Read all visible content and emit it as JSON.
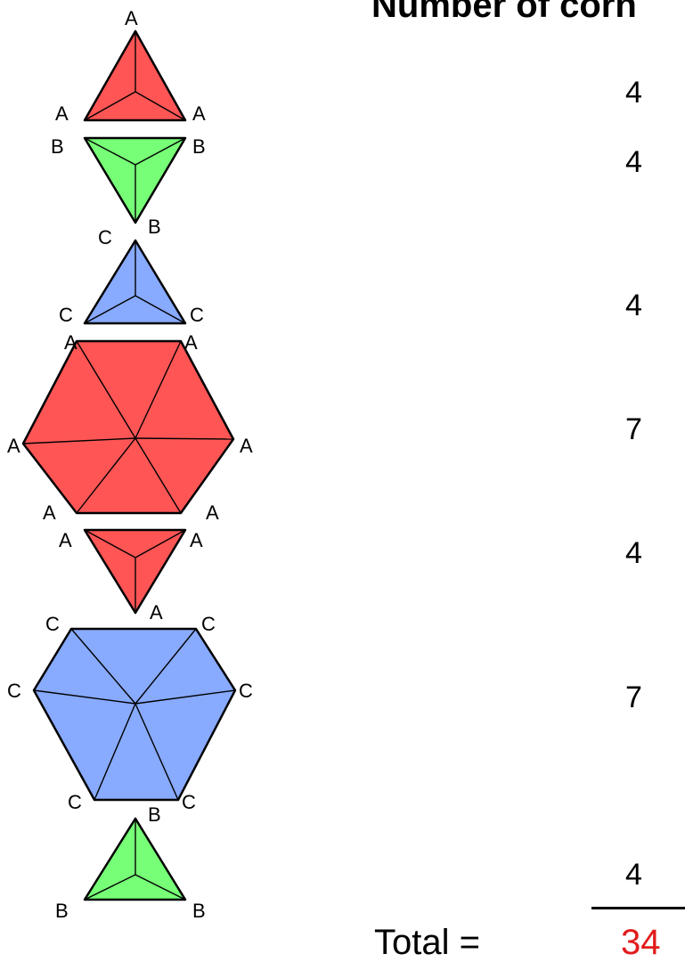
{
  "heading": "Number of corn",
  "colors": {
    "A": "#ff5555",
    "B": "#77ff77",
    "C": "#88aaff",
    "total": "#e21b1b"
  },
  "pieces": [
    {
      "shape": "triangle-up",
      "color_key": "A",
      "count": "4"
    },
    {
      "shape": "triangle-down",
      "color_key": "B",
      "count": "4"
    },
    {
      "shape": "triangle-up",
      "color_key": "C",
      "count": "4"
    },
    {
      "shape": "hexagon",
      "color_key": "A",
      "count": "7"
    },
    {
      "shape": "triangle-down",
      "color_key": "A",
      "count": "4"
    },
    {
      "shape": "hexagon",
      "color_key": "C",
      "count": "7"
    },
    {
      "shape": "triangle-up",
      "color_key": "B",
      "count": "4"
    }
  ],
  "vertex_labels": {
    "a": "A",
    "b": "B",
    "c": "C"
  },
  "total": {
    "label": "Total =",
    "value": "34"
  }
}
